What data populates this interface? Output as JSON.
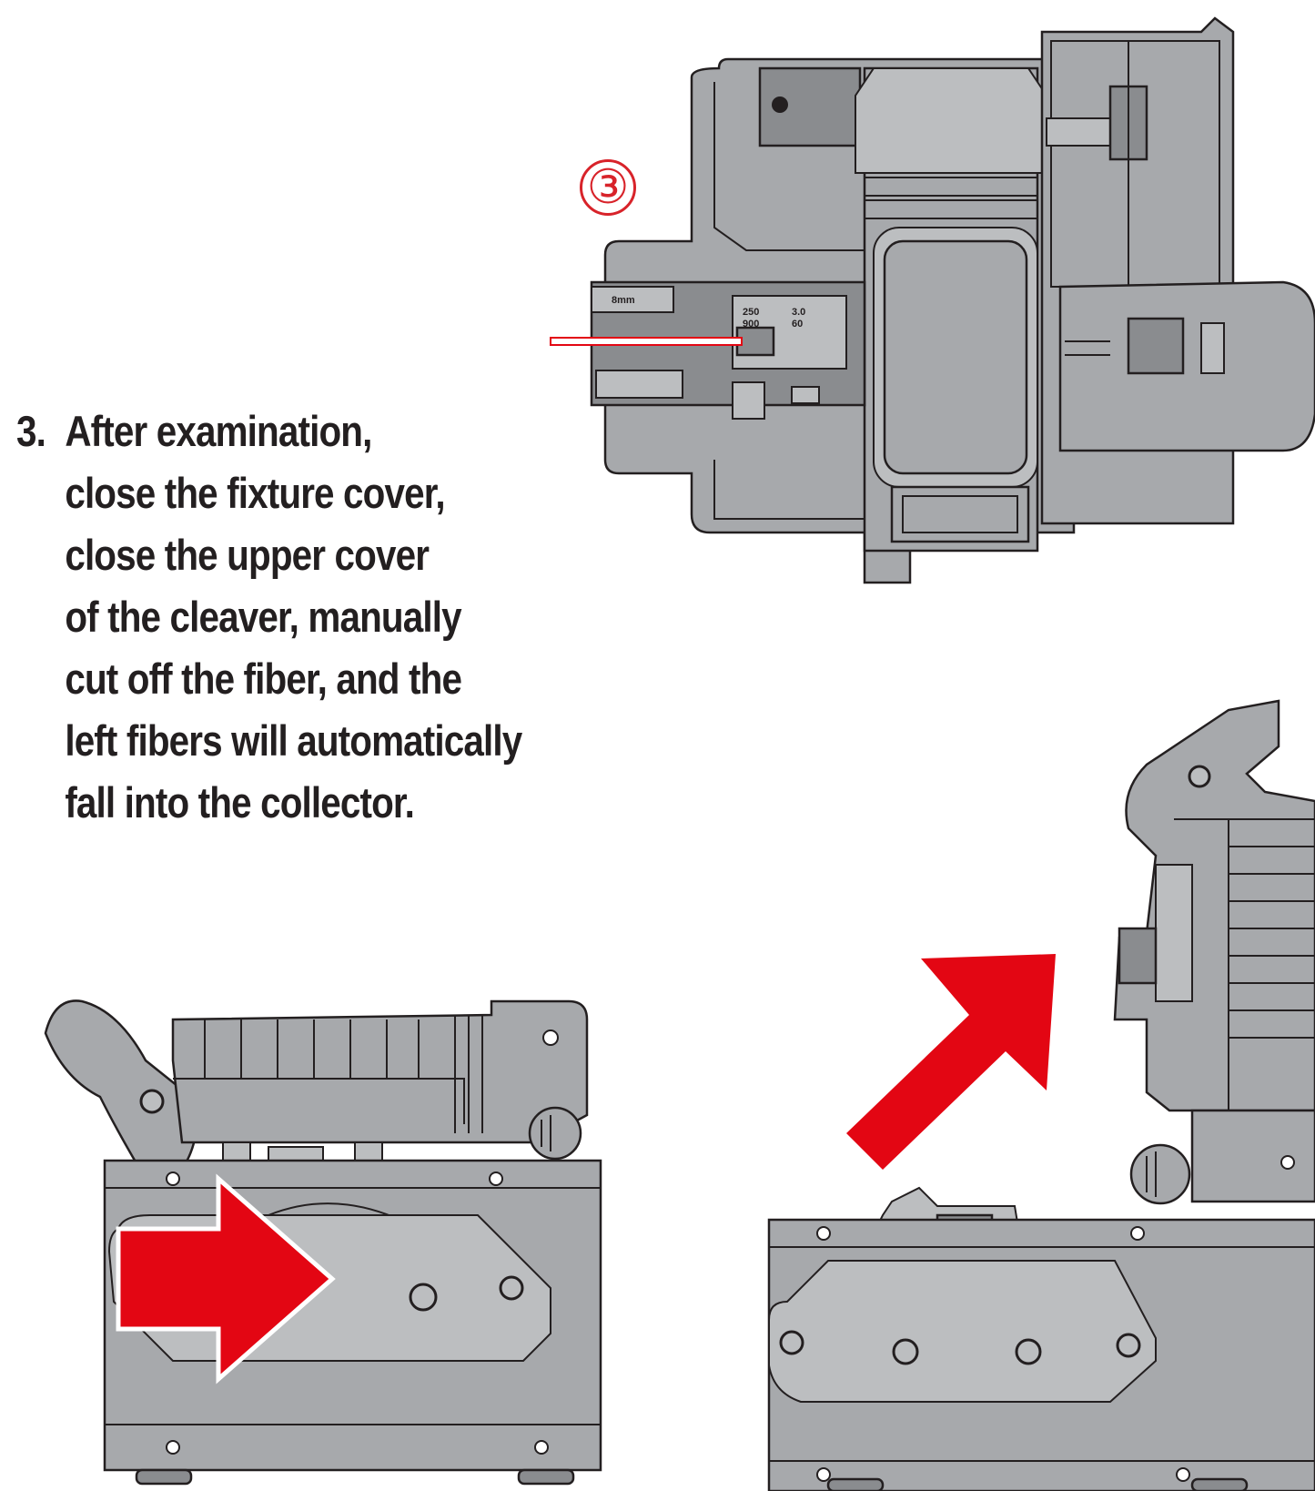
{
  "step_number": "③",
  "instruction": {
    "number": "3.",
    "lines": [
      "After examination,",
      "close the fixture cover,",
      "close the upper cover",
      "of the cleaver, manually",
      "cut off the fiber, and the",
      "left fibers will automatically",
      "fall into the collector."
    ]
  },
  "top_view_labels": {
    "scale_mark": "8mm",
    "size_a_top": "250",
    "size_a_bottom": "900",
    "size_b_top": "3.0",
    "size_b_bottom": "60"
  },
  "colors": {
    "accent_red": "#e30613",
    "device_gray": "#a7a9ac",
    "outline": "#231f20"
  }
}
